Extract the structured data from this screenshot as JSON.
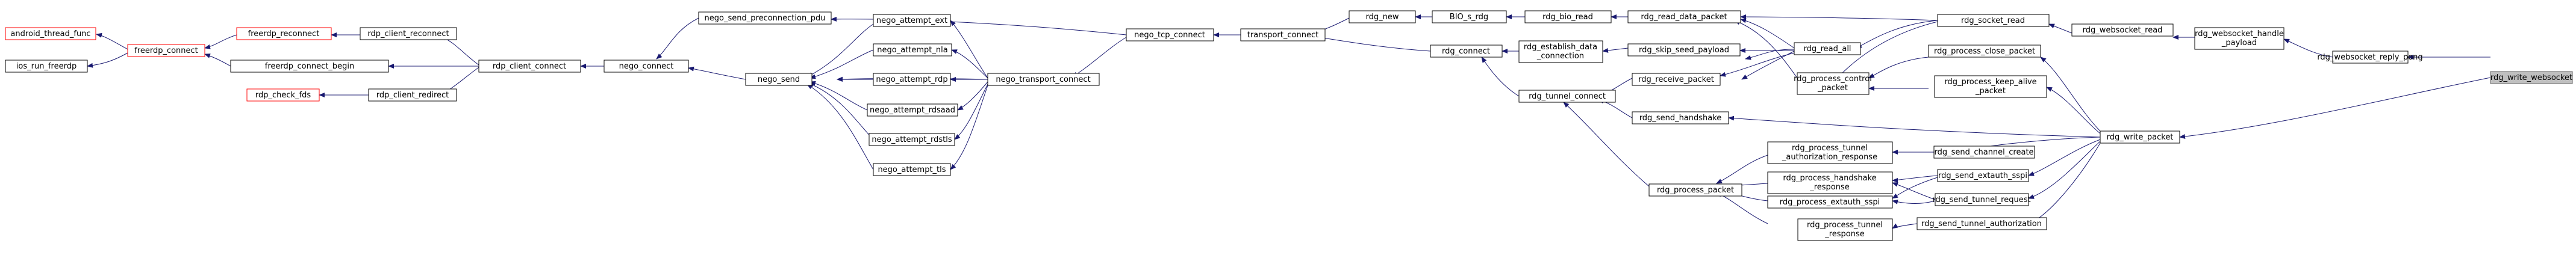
{
  "graph": {
    "colors": {
      "edge": "#191970",
      "node_border": "#000000",
      "target_fill": "#bfbfbf",
      "red_border": "#ff0000"
    },
    "nodes": {
      "android_thread_func": "android_thread_func",
      "ios_run_freerdp": "ios_run_freerdp",
      "freerdp_connect": "freerdp_connect",
      "freerdp_reconnect": "freerdp_reconnect",
      "freerdp_connect_begin": "freerdp_connect_begin",
      "rdp_check_fds": "rdp_check_fds",
      "rdp_client_reconnect": "rdp_client_reconnect",
      "rdp_client_redirect": "rdp_client_redirect",
      "rdp_client_connect": "rdp_client_connect",
      "nego_connect": "nego_connect",
      "nego_send_preconnection_pdu": "nego_send_preconnection_pdu",
      "nego_send": "nego_send",
      "nego_attempt_ext": "nego_attempt_ext",
      "nego_attempt_nla": "nego_attempt_nla",
      "nego_attempt_rdp": "nego_attempt_rdp",
      "nego_attempt_rdsaad": "nego_attempt_rdsaad",
      "nego_attempt_rdstls": "nego_attempt_rdstls",
      "nego_attempt_tls": "nego_attempt_tls",
      "nego_transport_connect": "nego_transport_connect",
      "nego_tcp_connect": "nego_tcp_connect",
      "transport_connect": "transport_connect",
      "rdg_new": "rdg_new",
      "bio_s_rdg": "BIO_s_rdg",
      "rdg_bio_read": "rdg_bio_read",
      "rdg_connect": "rdg_connect",
      "rdg_establish_1": "rdg_establish_data",
      "rdg_establish_2": "_connection",
      "rdg_tunnel_connect": "rdg_tunnel_connect",
      "rdg_skip_seed_payload": "rdg_skip_seed_payload",
      "rdg_read_data_packet": "rdg_read_data_packet",
      "rdg_receive_packet": "rdg_receive_packet",
      "rdg_send_handshake": "rdg_send_handshake",
      "rdg_process_packet": "rdg_process_packet",
      "rdg_read_all": "rdg_read_all",
      "rdg_process_control_1": "rdg_process_control",
      "rdg_process_control_2": "_packet",
      "rdg_process_tunnel_auth_1": "rdg_process_tunnel",
      "rdg_process_tunnel_auth_2": "_authorization_response",
      "rdg_process_handshake_1": "rdg_process_handshake",
      "rdg_process_handshake_2": "_response",
      "rdg_process_extauth_sspi": "rdg_process_extauth_sspi",
      "rdg_process_tunnel_resp_1": "rdg_process_tunnel",
      "rdg_process_tunnel_resp_2": "_response",
      "rdg_socket_read": "rdg_socket_read",
      "rdg_process_close_packet": "rdg_process_close_packet",
      "rdg_process_keep_alive_1": "rdg_process_keep_alive",
      "rdg_process_keep_alive_2": "_packet",
      "rdg_send_channel_create": "rdg_send_channel_create",
      "rdg_send_extauth_sspi": "rdg_send_extauth_sspi",
      "rdg_send_tunnel_request": "rdg_send_tunnel_request",
      "rdg_send_tunnel_authorization": "rdg_send_tunnel_authorization",
      "rdg_websocket_read": "rdg_websocket_read",
      "rdg_write_packet": "rdg_write_packet",
      "rdg_websocket_handle_1": "rdg_websocket_handle",
      "rdg_websocket_handle_2": "_payload",
      "rdg_websocket_reply_pong": "rdg_websocket_reply_pong",
      "rdg_write_websocket": "rdg_write_websocket"
    }
  }
}
